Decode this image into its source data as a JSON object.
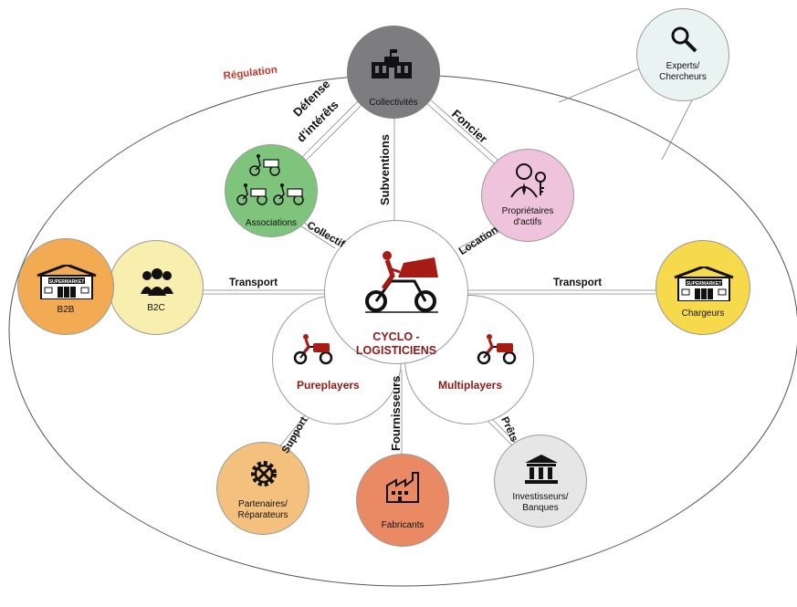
{
  "diagram": {
    "region_label": "Régulation",
    "center": {
      "label_line1": "CYCLO -",
      "label_line2": "LOGISTICIENS"
    },
    "sub_nodes": {
      "pureplayers": "Pureplayers",
      "multiplayers": "Multiplayers"
    },
    "nodes": {
      "collectivites": "Collectivités",
      "experts_line1": "Experts/",
      "experts_line2": "Chercheurs",
      "associations": "Associations",
      "proprietaires_line1": "Propriétaires",
      "proprietaires_line2": "d'actifs",
      "b2b": "B2B",
      "b2c": "B2C",
      "chargeurs": "Chargeurs",
      "partenaires_line1": "Partenaires/",
      "partenaires_line2": "Réparateurs",
      "fabricants": "Fabricants",
      "investisseurs_line1": "Investisseurs/",
      "investisseurs_line2": "Banques"
    },
    "edge_labels": {
      "defense_line1": "Défense",
      "defense_line2": "d'intérêts",
      "foncier": "Foncier",
      "subventions": "Subventions",
      "collectif": "Collectif",
      "location": "Location",
      "transport_left": "Transport",
      "transport_right": "Transport",
      "support": "Support",
      "fournisseurs": "Fournisseurs",
      "prets": "Prêts"
    },
    "store_sign": "SUPERMARKET",
    "colors": {
      "collectivites": "#7d7d80",
      "experts": "#e8f3f2",
      "associations": "#7fc47d",
      "proprietaires": "#efc3dc",
      "b2b": "#f2ab52",
      "b2c": "#f8efae",
      "chargeurs": "#f7d94c",
      "partenaires": "#f3c17d",
      "fabricants": "#ea8a64",
      "investisseurs": "#e6e6e6",
      "accent_red": "#8b1a1a"
    },
    "icons": [
      "city-hall-icon",
      "magnifier-icon",
      "cargo-bike-icon",
      "expert-key-icon",
      "supermarket-icon",
      "people-icon",
      "gear-tools-icon",
      "factory-icon",
      "bank-icon"
    ]
  }
}
